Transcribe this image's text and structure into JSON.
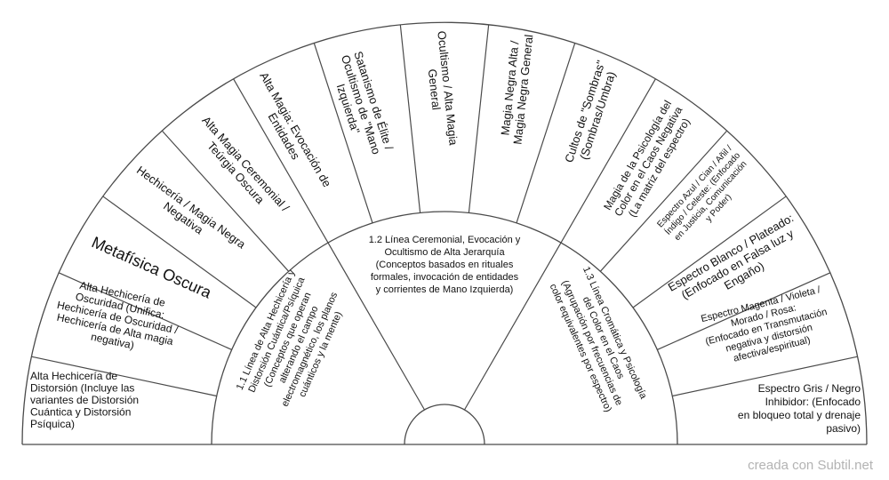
{
  "credit": "creada con Subtil.net",
  "center": {
    "a": "1.1 Línea de Alta Hechicería y Distorsión Cuántica/Psíquica (Conceptos que operan alterando el campo electromagnético, los planos cuánticos y la mente)",
    "b": "1.2 Línea Ceremonial, Evocación y Ocultismo de Alta Jerarquía (Conceptos basados en rituales formales, invocación de entidades y corrientes de Mano Izquierda)",
    "c": "1.3 Línea Cromática y Psicología del Color en el Caos (Agrupación por frecuencias de color equivalentes por espectro)"
  },
  "outer": {
    "s1": "Alta Hechicería de Distorsión (Incluye las variantes de Distorsión Cuántica y Distorsión Psíquica)",
    "s2": "Alta Hechicería de Oscuridad (Unifica: Hechicería de Oscuridad / Hechicería de Alta magia negativa)",
    "s3": "Metafísica Oscura",
    "s4": "Hechicería / Magia Negra Negativa",
    "s5": "Alta Magia Ceremonial / Teúrgia Oscura",
    "s6": "Alta Magia: Evocación de Entidades",
    "s7": "Satanismo de Élite / Ocultismo de \"Mano Izquierda\"",
    "s8": "Ocultismo / Alta Magia General",
    "s9": "Magia Negra Alta / Magia Negra General",
    "s10": "Cultos de \"Sombras\" (Sombras/Umbra)",
    "s11": "Magia de la Psicología del Color en el Caos Negativa (La matriz del espectro)",
    "s12": "Espectro Azul / Cian / Añil / Índigo / Celeste: (Enfocado en Justicia, Comunicación y Poder)",
    "s13": "Espectro Blanco / Plateado: (Enfocado en Falsa luz y Engaño)",
    "s14": "Espectro Magenta / Violeta / Morado / Rosa: (Enfocado en Transmutación negativa y distorsión afectiva/espiritual)",
    "s15": "Espectro Gris / Negro Inhibidor: (Enfocado en bloqueo total y drenaje pasivo)"
  }
}
